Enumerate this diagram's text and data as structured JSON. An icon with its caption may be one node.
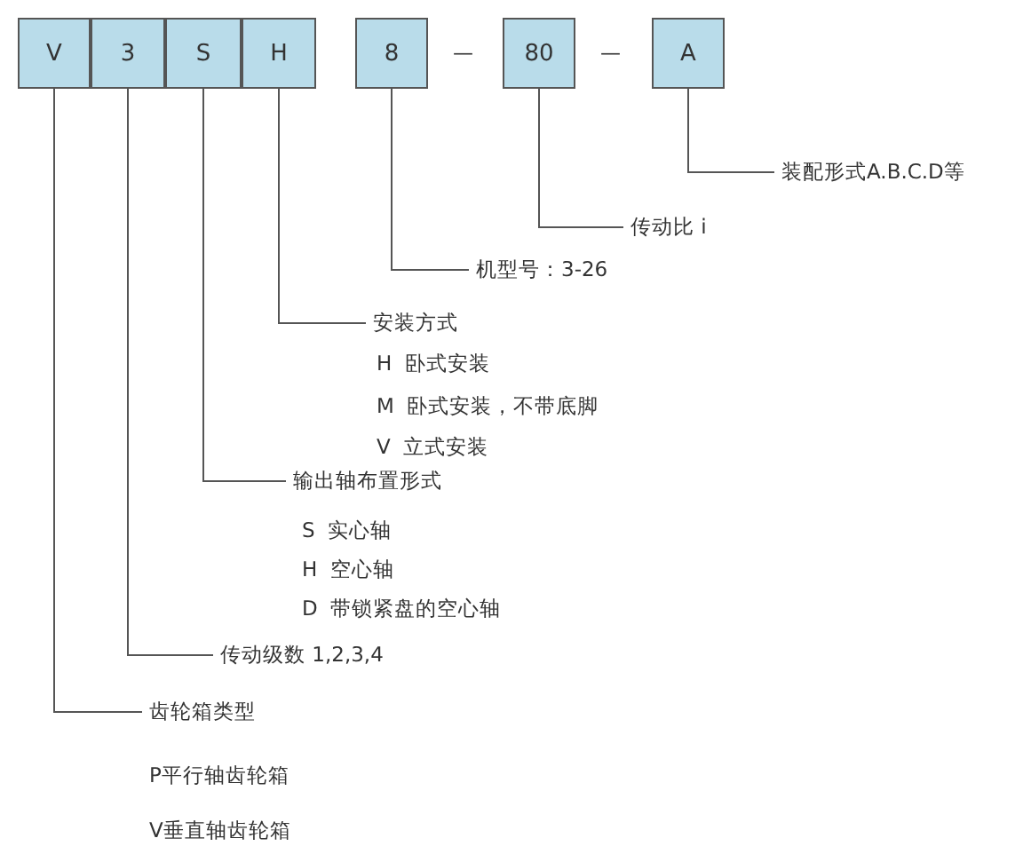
{
  "diagram": {
    "nodes": [
      {
        "text": [
          "V"
        ]
      },
      {
        "text": [
          "3"
        ]
      },
      {
        "text": [
          "S"
        ]
      },
      {
        "text": [
          "H"
        ]
      },
      {
        "text": [
          "8"
        ]
      },
      {
        "text": [
          "80"
        ]
      },
      {
        "text": [
          "A"
        ]
      },
      {
        "text": [
          "装配形式A.B.C.D等"
        ]
      },
      {
        "text": [
          "传动比 i"
        ]
      },
      {
        "text": [
          "机型号：3-26"
        ]
      },
      {
        "text": [
          "安装方式"
        ]
      },
      {
        "text": [
          "输出轴布置形式"
        ]
      },
      {
        "text": [
          "传动级数 1,2,3,4"
        ]
      },
      {
        "text": [
          "齿轮箱类型"
        ]
      }
    ],
    "edges": [
      {
        "from": 6,
        "to": 7,
        "arrow": "none"
      },
      {
        "from": 5,
        "to": 8,
        "arrow": "none"
      },
      {
        "from": 4,
        "to": 9,
        "arrow": "none"
      },
      {
        "from": 3,
        "to": 10,
        "arrow": "none"
      },
      {
        "from": 2,
        "to": 11,
        "arrow": "none"
      },
      {
        "from": 1,
        "to": 12,
        "arrow": "none"
      },
      {
        "from": 0,
        "to": 13,
        "arrow": "none"
      }
    ],
    "labels": [
      "—",
      "—",
      "H  卧式安装",
      "M  卧式安装，不带底脚",
      "V  立式安装",
      "S  实心轴",
      "H  空心轴",
      "D  带锁紧盘的空心轴",
      "P平行轴齿轮箱",
      "V垂直轴齿轮箱"
    ]
  }
}
